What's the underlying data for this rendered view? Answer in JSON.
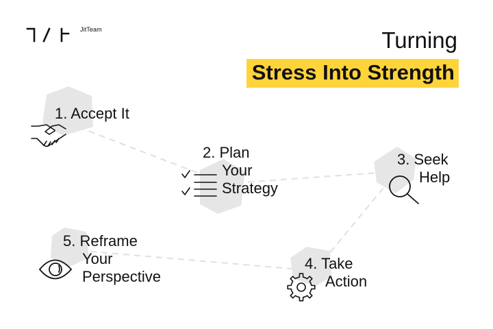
{
  "brand": {
    "name": "JitTeam"
  },
  "title": {
    "line1": "Turning",
    "line2": "Stress Into Strength"
  },
  "colors": {
    "highlight": "#FFD43B",
    "shape": "#E6E6E6",
    "connector": "#E2E2E2",
    "ink": "#111111"
  },
  "steps": [
    {
      "number": "1.",
      "lines": [
        "1. Accept It"
      ],
      "icon": "handshake-icon"
    },
    {
      "number": "2.",
      "lines": [
        "2. Plan",
        "Your",
        "Strategy"
      ],
      "icon": "checklist-icon"
    },
    {
      "number": "3.",
      "lines": [
        "3. Seek",
        "Help"
      ],
      "icon": "magnifier-icon"
    },
    {
      "number": "4.",
      "lines": [
        "4. Take",
        "Action"
      ],
      "icon": "gear-icon"
    },
    {
      "number": "5.",
      "lines": [
        "5. Reframe",
        "Your",
        "Perspective"
      ],
      "icon": "eye-icon"
    }
  ]
}
